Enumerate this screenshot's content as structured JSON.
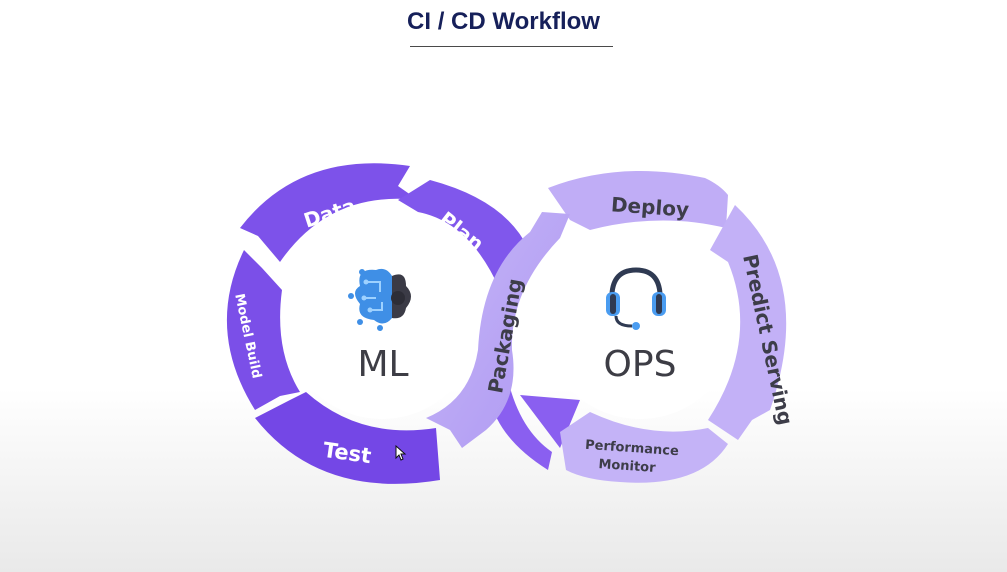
{
  "title": "CI / CD Workflow",
  "ml": {
    "label": "ML",
    "icon": "brain-circuit-icon",
    "segments": [
      "Data",
      "Plan",
      "Model Build",
      "Test"
    ]
  },
  "ops": {
    "label": "OPS",
    "icon": "headset-icon",
    "segments": [
      "Deploy",
      "Predict Serving",
      "Performance",
      "Monitor"
    ]
  },
  "bridge": {
    "label": "Packaging"
  },
  "colors": {
    "ml_dark": "#7a4de8",
    "ops_light": "#c2b0f7",
    "bridge": "#b9a6f4",
    "title": "#16205a"
  }
}
